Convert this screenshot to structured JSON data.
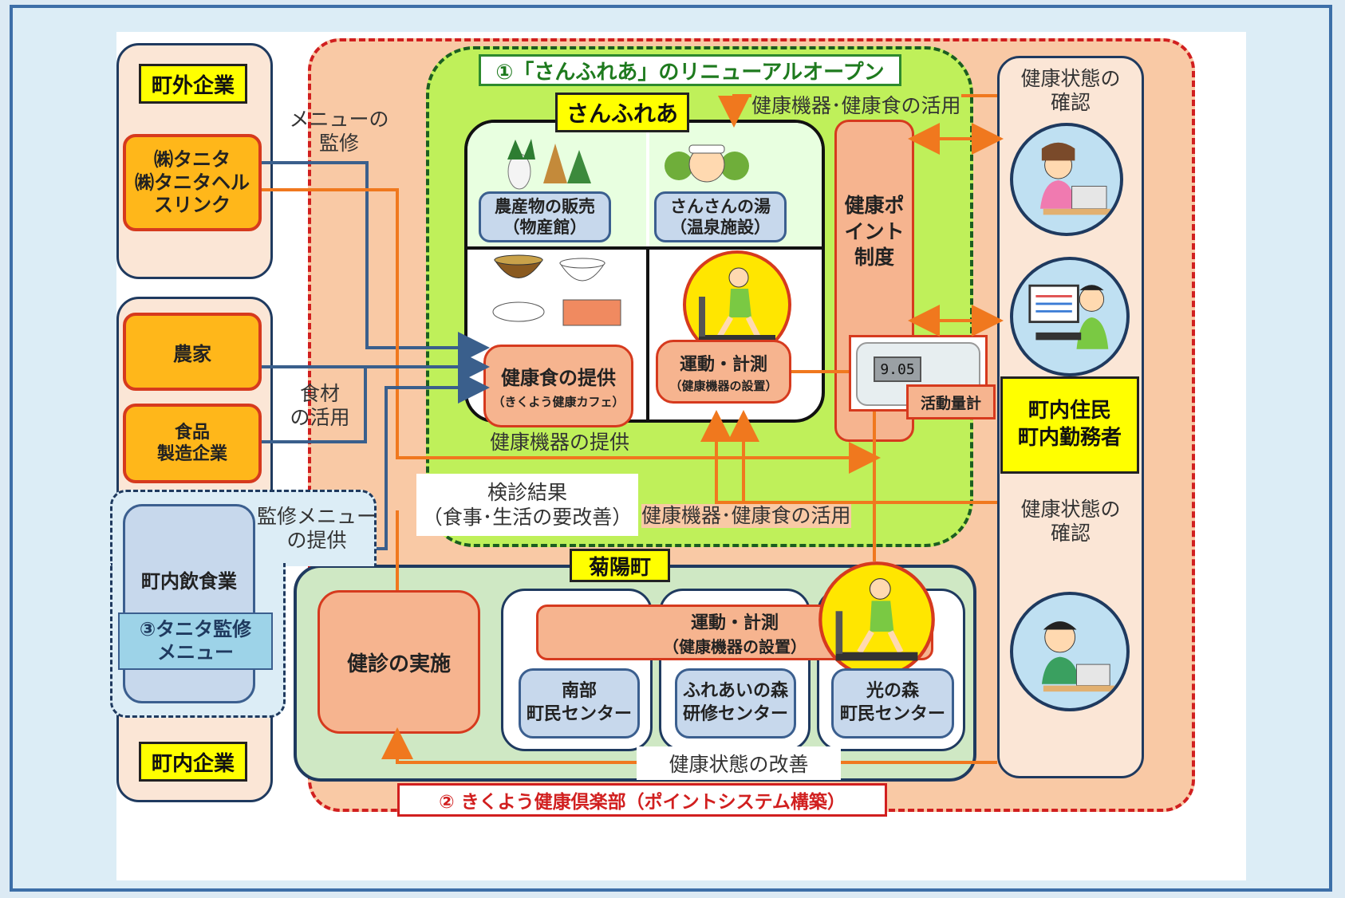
{
  "left_column": {
    "outside_companies_label": "町外企業",
    "tanita_line1": "㈱タニタ",
    "tanita_line2": "㈱タニタヘル",
    "tanita_line3": "スリンク",
    "farmers_label": "農家",
    "food_maker_line1": "食品",
    "food_maker_line2": "製造企業",
    "restaurants_label": "町内飲食業",
    "tanita_menu_line1": "③タニタ監修",
    "tanita_menu_line2": "メニュー",
    "local_companies_label": "町内企業"
  },
  "flow_labels": {
    "menu_supervision_line1": "メニューの",
    "menu_supervision_line2": "監修",
    "ingredients_line1": "食材",
    "ingredients_line2": "の活用",
    "supervised_menu_line1": "監修メニュー",
    "supervised_menu_line2": "の提供",
    "equipment_provision": "健康機器の提供",
    "checkup_results_line1": "検診結果",
    "checkup_results_line2": "（食事･生活の要改善）",
    "equipment_food_use_top": "健康機器･健康食の活用",
    "equipment_food_use_bottom": "健康機器･健康食の活用",
    "health_improvement": "健康状態の改善"
  },
  "sunfurea": {
    "renewal_title": "①「さんふれあ」のリニューアルオープン",
    "name": "さんふれあ",
    "produce_line1": "農産物の販売",
    "produce_line2": "（物産館）",
    "onsen_line1": "さんさんの湯",
    "onsen_line2": "（温泉施設）",
    "healthy_food_line1": "健康食の提供",
    "healthy_food_line2": "（きくよう健康カフェ）",
    "exercise_line1": "運動・計測",
    "exercise_line2": "（健康機器の設置）"
  },
  "point_system": {
    "line1": "健康ポ",
    "line2": "イント",
    "line3": "制度",
    "pedometer_label": "活動量計",
    "pedometer_display": "9.05"
  },
  "kikuyo_town": {
    "name": "菊陽町",
    "checkup_label": "健診の実施",
    "exercise_line1": "運動・計測",
    "exercise_line2": "（健康機器の設置）",
    "south_line1": "南部",
    "south_line2": "町民センター",
    "fureai_line1": "ふれあいの森",
    "fureai_line2": "研修センター",
    "hikari_line1": "光の森",
    "hikari_line2": "町民センター"
  },
  "right_column": {
    "health_check_top_line1": "健康状態の",
    "health_check_top_line2": "確認",
    "residents_line1": "町内住民",
    "residents_line2": "町内勤務者",
    "health_check_bottom_line1": "健康状態の",
    "health_check_bottom_line2": "確認"
  },
  "club_title": "② きくよう健康倶楽部（ポイントシステム構築）",
  "colors": {
    "orange_arrow": "#f0781e",
    "blue_arrow": "#3a5f8c",
    "green_region": "#bff05a",
    "salmon_region": "#f9c9a5",
    "red_dashed": "#d11f1f"
  },
  "icons": [
    "vegetables-icon",
    "onsen-person-icon",
    "meal-icon",
    "treadmill-icon",
    "pedometer-icon",
    "woman-laptop-icon",
    "man-computer-icon",
    "boy-laptop-icon"
  ]
}
